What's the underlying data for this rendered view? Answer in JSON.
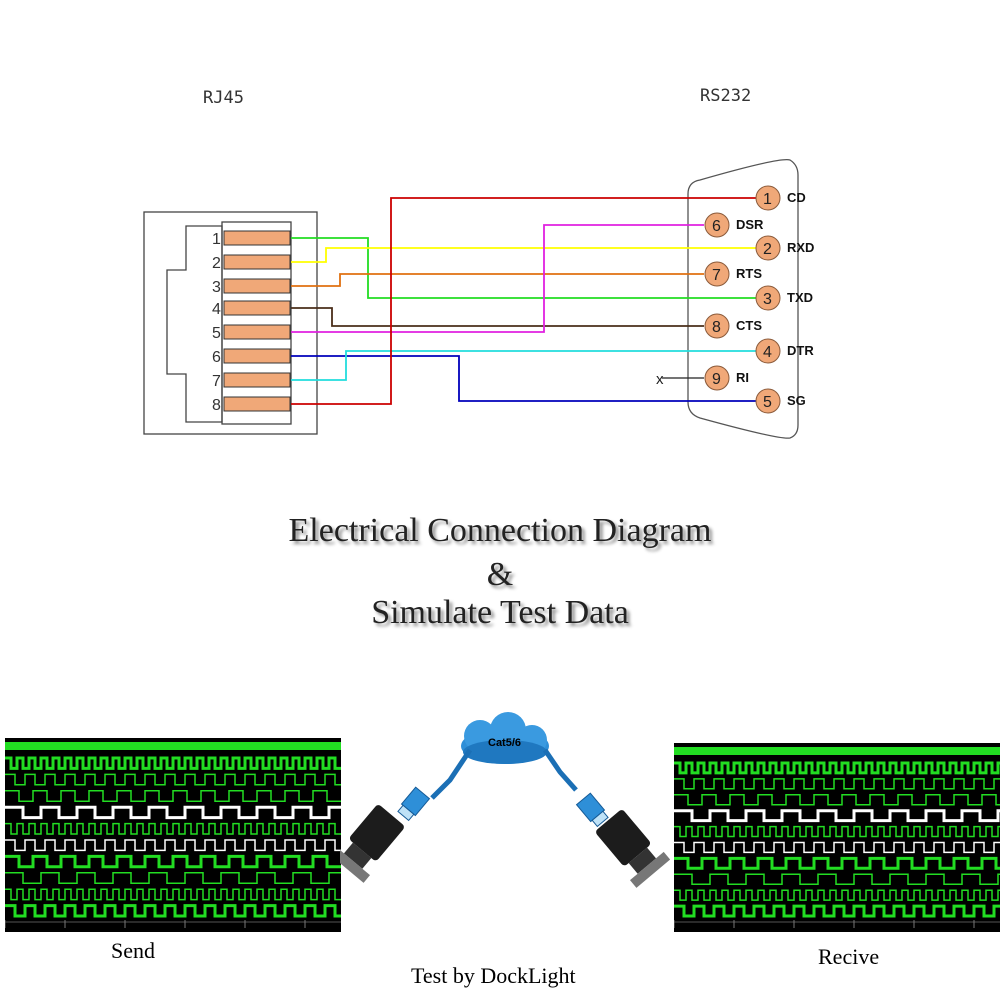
{
  "diagram": {
    "rj45_label": "RJ45",
    "rs232_label": "RS232",
    "rj45_pins": [
      "1",
      "2",
      "3",
      "4",
      "5",
      "6",
      "7",
      "8"
    ],
    "rs232_pins": [
      {
        "num": "1",
        "name": "CD"
      },
      {
        "num": "6",
        "name": "DSR"
      },
      {
        "num": "2",
        "name": "RXD"
      },
      {
        "num": "7",
        "name": "RTS"
      },
      {
        "num": "3",
        "name": "TXD"
      },
      {
        "num": "8",
        "name": "CTS"
      },
      {
        "num": "4",
        "name": "DTR"
      },
      {
        "num": "9",
        "name": "RI"
      },
      {
        "num": "5",
        "name": "SG"
      }
    ],
    "no_connect_mark": "x",
    "wire_colors": {
      "red": "#cc0000",
      "magenta": "#e020e0",
      "yellow": "#ffff00",
      "orange": "#e07010",
      "green": "#22dd22",
      "brown": "#4a2e1a",
      "cyan": "#22dddd",
      "blue": "#0000bb"
    },
    "pin_fill": "#f0a878"
  },
  "heading": {
    "line1": "Electrical Connection Diagram",
    "line2": "&",
    "line3": "Simulate Test Data"
  },
  "test": {
    "cloud_label": "Cat5/6",
    "send_label": "Send",
    "receive_label": "Recive",
    "footer": "Test by DockLight"
  }
}
